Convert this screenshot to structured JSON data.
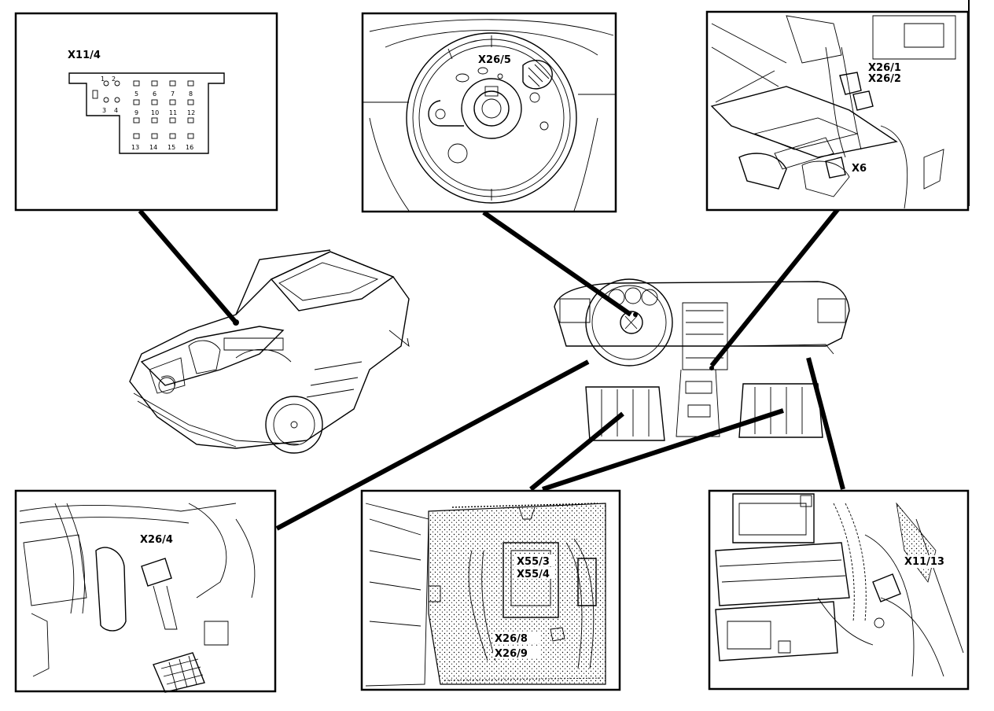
{
  "labels": {
    "x11_4": "X11/4",
    "x26_5": "X26/5",
    "x26_1": "X26/1",
    "x26_2": "X26/2",
    "x6": "X6",
    "x26_4": "X26/4",
    "x55_3": "X55/3",
    "x55_4": "X55/4",
    "x26_8": "X26/8",
    "x26_9": "X26/9",
    "x11_13": "X11/13"
  },
  "pins": [
    "1",
    "2",
    "3",
    "4",
    "5",
    "6",
    "7",
    "8",
    "9",
    "10",
    "11",
    "12",
    "13",
    "14",
    "15",
    "16"
  ]
}
